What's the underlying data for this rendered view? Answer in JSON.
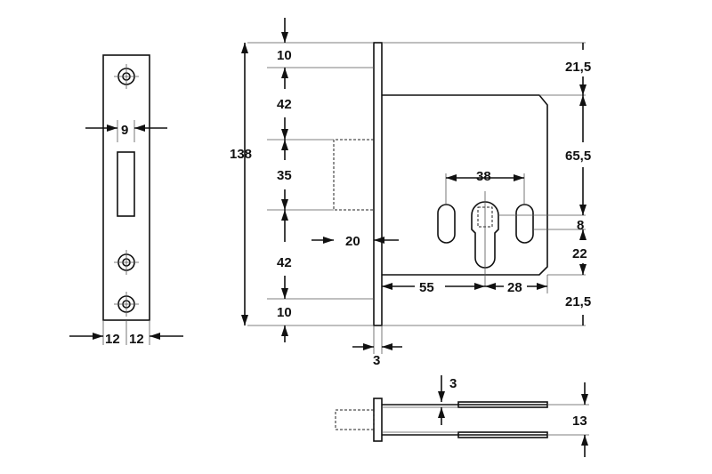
{
  "labels": {
    "faceplate_width": "9",
    "faceplate_half_left": "12",
    "faceplate_half_right": "12",
    "total_height": "138",
    "top_10": "10",
    "upper_42": "42",
    "mid_35": "35",
    "lower_42": "42",
    "bottom_10": "10",
    "depth_20": "20",
    "plate_3": "3",
    "right_top_21_5": "21,5",
    "right_65_5": "65,5",
    "cyl_38": "38",
    "right_8": "8",
    "right_22": "22",
    "right_bottom_21_5": "21,5",
    "backset_55": "55",
    "center_28": "28",
    "side_3": "3",
    "side_13": "13"
  },
  "colors": {
    "line": "#111111",
    "background": "#ffffff"
  }
}
